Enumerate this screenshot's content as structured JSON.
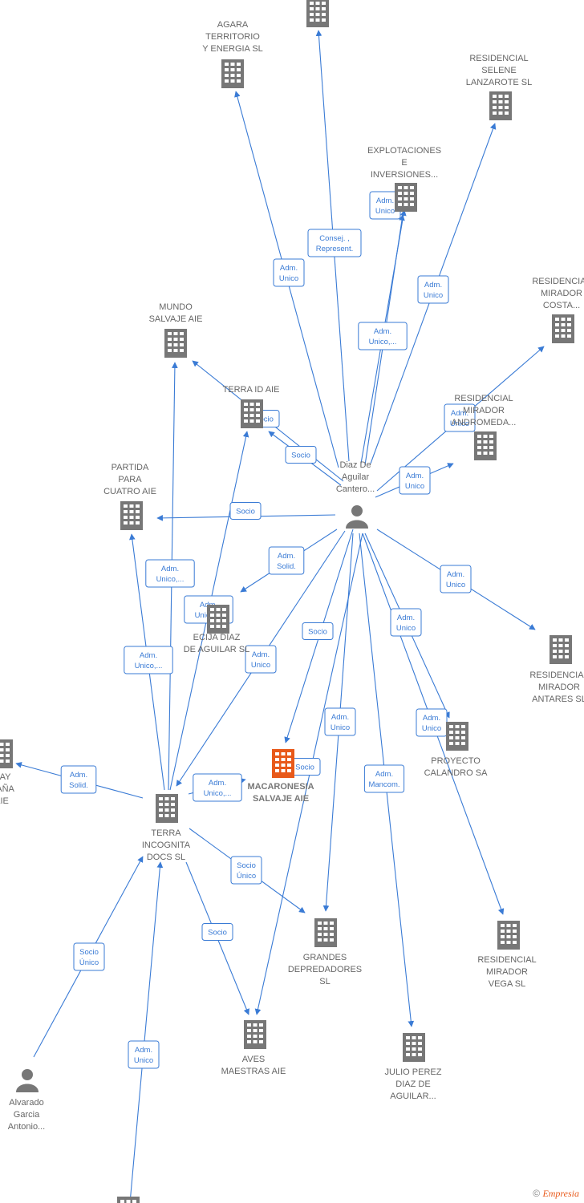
{
  "nodes": [
    {
      "id": "top",
      "kind": "company",
      "lines": []
    },
    {
      "id": "agara",
      "kind": "company",
      "lines": [
        "AGARA",
        "TERRITORIO",
        "Y ENERGIA  SL"
      ]
    },
    {
      "id": "selene",
      "kind": "company",
      "lines": [
        "RESIDENCIAL",
        "SELENE",
        "LANZAROTE  SL"
      ]
    },
    {
      "id": "explot",
      "kind": "company",
      "lines": [
        "EXPLOTACIONES",
        "E",
        "INVERSIONES..."
      ]
    },
    {
      "id": "costa",
      "kind": "company",
      "lines": [
        "RESIDENCIAL",
        "MIRADOR",
        "COSTA..."
      ]
    },
    {
      "id": "mundo",
      "kind": "company",
      "lines": [
        "MUNDO",
        "SALVAJE  AIE"
      ]
    },
    {
      "id": "terraid",
      "kind": "company",
      "lines": [
        "TERRA ID  AIE"
      ]
    },
    {
      "id": "andromeda",
      "kind": "company",
      "lines": [
        "RESIDENCIAL",
        "MIRADOR",
        "ANDROMEDA..."
      ]
    },
    {
      "id": "partida",
      "kind": "company",
      "lines": [
        "PARTIDA",
        "PARA",
        "CUATRO  AIE"
      ]
    },
    {
      "id": "diaz",
      "kind": "person",
      "lines": [
        "Diaz De",
        "Aguilar",
        "Cantero..."
      ]
    },
    {
      "id": "ecija",
      "kind": "company",
      "lines": [
        "ECIJA DIAZ",
        "DE AGUILAR  SL"
      ]
    },
    {
      "id": "antares",
      "kind": "company",
      "lines": [
        "RESIDENCIAL",
        "MIRADOR",
        "ANTARES  SL"
      ]
    },
    {
      "id": "macaronesia",
      "kind": "focus",
      "lines": [
        "MACARONESIA",
        "SALVAJE  AIE"
      ]
    },
    {
      "id": "calandro",
      "kind": "company",
      "lines": [
        "PROYECTO",
        "CALANDRO SA"
      ]
    },
    {
      "id": "espana",
      "kind": "company",
      "lines": [
        "...AY",
        "...AÑA",
        "AIE"
      ]
    },
    {
      "id": "terraincognita",
      "kind": "company",
      "lines": [
        "TERRA",
        "INCOGNITA",
        "DOCS  SL"
      ]
    },
    {
      "id": "grandes",
      "kind": "company",
      "lines": [
        "GRANDES",
        "DEPREDADORES",
        "SL"
      ]
    },
    {
      "id": "vega",
      "kind": "company",
      "lines": [
        "RESIDENCIAL",
        "MIRADOR",
        "VEGA  SL"
      ]
    },
    {
      "id": "aves",
      "kind": "company",
      "lines": [
        "AVES",
        "MAESTRAS  AIE"
      ]
    },
    {
      "id": "julio",
      "kind": "company",
      "lines": [
        "JULIO PEREZ",
        "DIAZ DE",
        "AGUILAR..."
      ]
    },
    {
      "id": "alvarado",
      "kind": "person",
      "lines": [
        "Alvarado",
        "Garcia",
        "Antonio..."
      ]
    },
    {
      "id": "bottom",
      "kind": "company",
      "lines": []
    }
  ],
  "edges": [
    {
      "from": "diaz",
      "to": "top",
      "label": [
        "Consej. ,",
        "Represent."
      ]
    },
    {
      "from": "diaz",
      "to": "agara",
      "label": [
        "Adm.",
        "Unico"
      ]
    },
    {
      "from": "diaz",
      "to": "explot",
      "label": [
        "Adm.",
        "Unico"
      ]
    },
    {
      "from": "diaz",
      "to": "explot",
      "label": [
        "Adm.",
        "Unico,..."
      ]
    },
    {
      "from": "diaz",
      "to": "selene",
      "label": [
        "Adm.",
        "Unico"
      ]
    },
    {
      "from": "diaz",
      "to": "costa",
      "label": [
        "Adm.",
        "Unico"
      ]
    },
    {
      "from": "diaz",
      "to": "andromeda",
      "label": [
        "Adm.",
        "Unico"
      ]
    },
    {
      "from": "diaz",
      "to": "mundo",
      "label": [
        "Socio"
      ]
    },
    {
      "from": "diaz",
      "to": "terraid",
      "label": [
        "Socio"
      ]
    },
    {
      "from": "diaz",
      "to": "partida",
      "label": [
        "Socio"
      ]
    },
    {
      "from": "diaz",
      "to": "ecija",
      "label": [
        "Adm.",
        "Solid."
      ]
    },
    {
      "from": "diaz",
      "to": "antares",
      "label": [
        "Adm.",
        "Unico"
      ]
    },
    {
      "from": "diaz",
      "to": "macaronesia",
      "label": [
        "Socio"
      ]
    },
    {
      "from": "diaz",
      "to": "terraincognita",
      "label": [
        "Adm.",
        "Unico"
      ]
    },
    {
      "from": "diaz",
      "to": "grandes",
      "label": [
        "Adm.",
        "Unico"
      ]
    },
    {
      "from": "diaz",
      "to": "julio",
      "label": [
        "Adm.",
        "Mancom."
      ]
    },
    {
      "from": "diaz",
      "to": "calandro",
      "label": [
        "Adm.",
        "Unico"
      ]
    },
    {
      "from": "diaz",
      "to": "vega",
      "label": [
        "Adm.",
        "Unico"
      ]
    },
    {
      "from": "diaz",
      "to": "aves",
      "label": []
    },
    {
      "from": "terraincognita",
      "to": "mundo",
      "label": [
        "Adm.",
        "Unico,..."
      ]
    },
    {
      "from": "terraincognita",
      "to": "terraid",
      "label": [
        "Adm.",
        "Unico,..."
      ]
    },
    {
      "from": "terraincognita",
      "to": "partida",
      "label": [
        "Adm.",
        "Unico,..."
      ]
    },
    {
      "from": "terraincognita",
      "to": "espana",
      "label": [
        "Adm.",
        "Solid."
      ]
    },
    {
      "from": "terraincognita",
      "to": "macaronesia",
      "label": [
        "Adm.",
        "Unico,..."
      ]
    },
    {
      "from": "terraincognita",
      "to": "grandes",
      "label": [
        "Socio",
        "Único"
      ]
    },
    {
      "from": "terraincognita",
      "to": "aves",
      "label": [
        "Socio"
      ]
    },
    {
      "from": "alvarado",
      "to": "terraincognita",
      "label": [
        "Socio",
        "Único"
      ]
    },
    {
      "from": "bottom",
      "to": "terraincognita",
      "label": [
        "Adm.",
        "Unico"
      ]
    },
    {
      "from": "macaronesia",
      "to": "macaronesia_self",
      "label": [
        "Socio"
      ]
    }
  ],
  "colors": {
    "edge": "#3a7bd5",
    "node": "#777777",
    "focus": "#e8591a"
  },
  "brand": {
    "copyright": "©",
    "name": "Empresia"
  }
}
